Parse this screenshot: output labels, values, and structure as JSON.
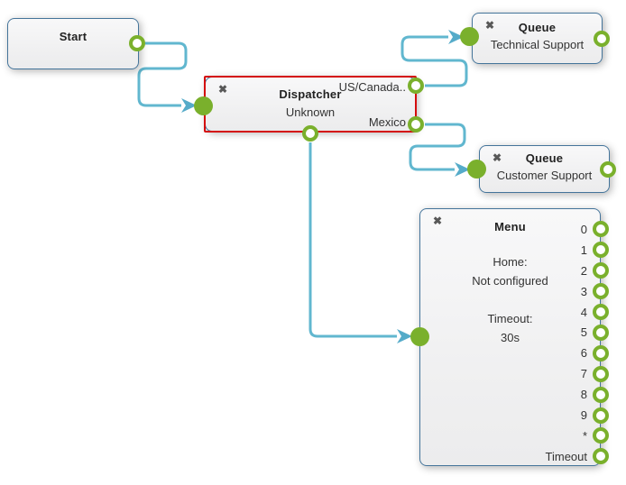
{
  "icons": {
    "delete_x": "✖"
  },
  "colors": {
    "connector": "#61B7CF",
    "port_green": "#7AB02C",
    "node_border": "#44749a",
    "selected_border": "#d40d0d",
    "node_background": "#f1f1f2"
  },
  "nodes": {
    "start": {
      "title": "Start"
    },
    "dispatcher": {
      "title": "Dispatcher",
      "subtitle": "Unknown",
      "outputs": {
        "top": "US/Canada..",
        "bottom": "Mexico"
      },
      "selected": true
    },
    "queue_technical": {
      "title": "Queue",
      "subtitle": "Technical Support"
    },
    "queue_customer": {
      "title": "Queue",
      "subtitle": "Customer Support"
    },
    "menu": {
      "title": "Menu",
      "home_label": "Home:",
      "home_value": "Not configured",
      "timeout_label": "Timeout:",
      "timeout_value": "30s",
      "ports": [
        "0",
        "1",
        "2",
        "3",
        "4",
        "5",
        "6",
        "7",
        "8",
        "9",
        "*",
        "Timeout"
      ]
    }
  }
}
